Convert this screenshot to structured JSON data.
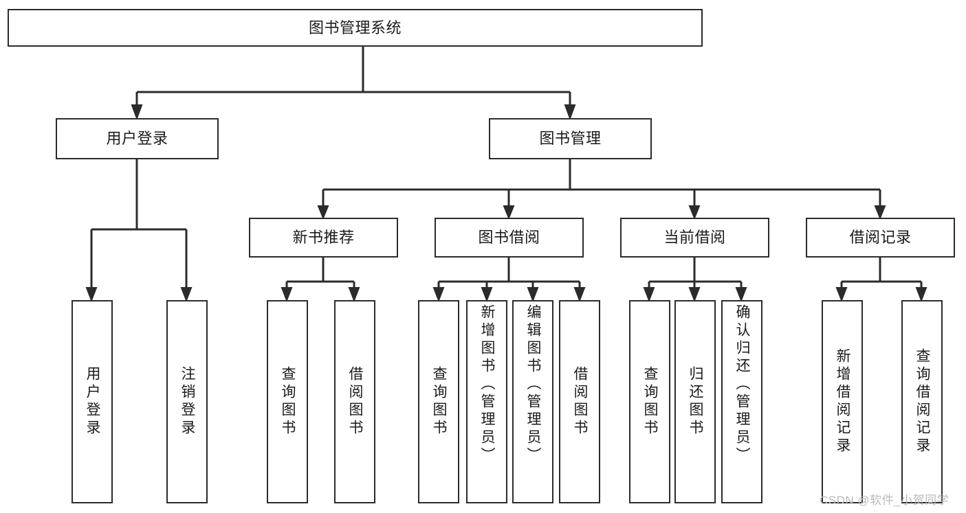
{
  "diagram": {
    "type": "tree-hierarchy",
    "title": "图书管理系统",
    "watermark": "CSDN @软件_小贺同学",
    "colors": {
      "stroke": "#2b2b2b",
      "fill": "#ffffff",
      "text": "#1a1a1a",
      "watermark": "#b9b9b9"
    },
    "nodes": {
      "root": {
        "label": "图书管理系统",
        "orientation": "horizontal"
      },
      "level1": [
        {
          "label": "用户登录",
          "orientation": "horizontal"
        },
        {
          "label": "图书管理",
          "orientation": "horizontal"
        }
      ],
      "level2": [
        {
          "label": "新书推荐",
          "orientation": "horizontal"
        },
        {
          "label": "图书借阅",
          "orientation": "horizontal"
        },
        {
          "label": "当前借阅",
          "orientation": "horizontal"
        },
        {
          "label": "借阅记录",
          "orientation": "horizontal"
        }
      ],
      "leaves": {
        "user_login": [
          {
            "label": "用户登录",
            "orientation": "vertical"
          },
          {
            "label": "注销登录",
            "orientation": "vertical"
          }
        ],
        "new_book_recommend": [
          {
            "label": "查询图书",
            "orientation": "vertical"
          },
          {
            "label": "借阅图书",
            "orientation": "vertical"
          }
        ],
        "book_borrow": [
          {
            "label": "查询图书",
            "orientation": "vertical"
          },
          {
            "label": "新增图书（管理员）",
            "orientation": "vertical"
          },
          {
            "label": "编辑图书（管理员）",
            "orientation": "vertical"
          },
          {
            "label": "借阅图书",
            "orientation": "vertical"
          }
        ],
        "current_borrow": [
          {
            "label": "查询图书",
            "orientation": "vertical"
          },
          {
            "label": "归还图书",
            "orientation": "vertical"
          },
          {
            "label": "确认归还（管理员）",
            "orientation": "vertical"
          }
        ],
        "borrow_record": [
          {
            "label": "新增借阅记录",
            "orientation": "vertical"
          },
          {
            "label": "查询借阅记录",
            "orientation": "vertical"
          }
        ]
      }
    }
  }
}
